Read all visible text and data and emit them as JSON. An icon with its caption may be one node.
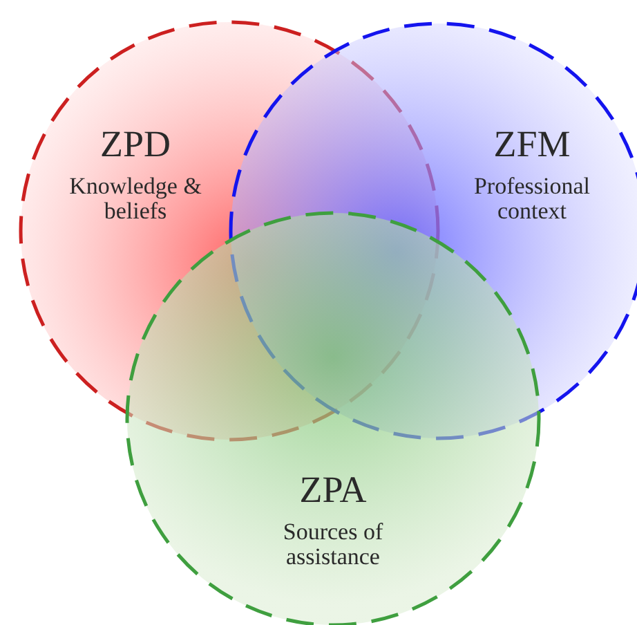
{
  "diagram": {
    "nodes": [
      {
        "text": [
          "ZPD",
          "Knowledge & beliefs"
        ]
      },
      {
        "text": [
          "ZFM",
          "Professional context"
        ]
      },
      {
        "text": [
          "ZPA",
          "Sources of assistance"
        ]
      }
    ]
  }
}
